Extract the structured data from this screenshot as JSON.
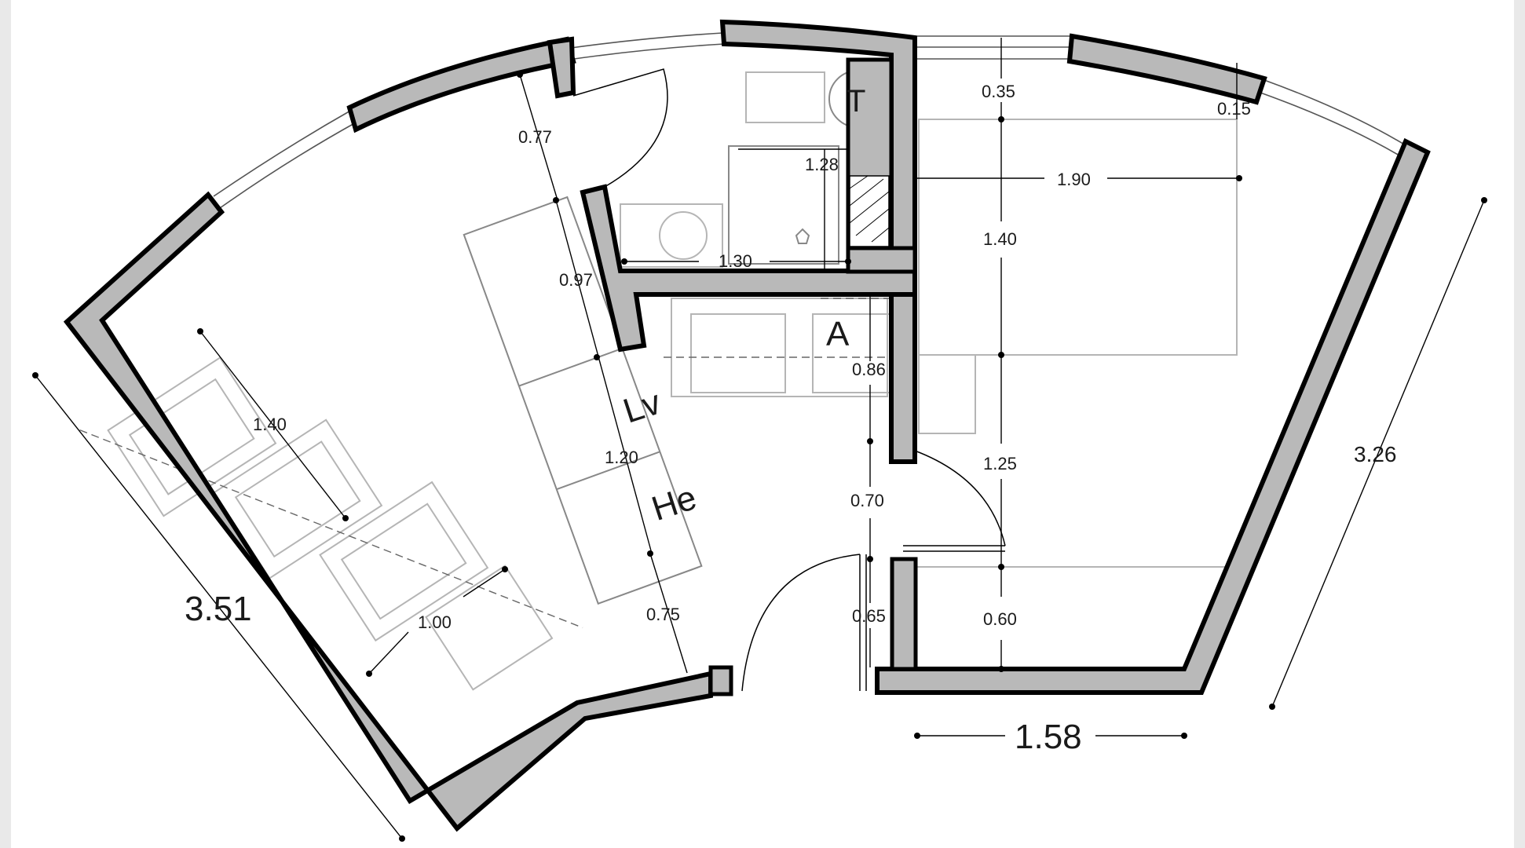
{
  "plan": {
    "room_labels": {
      "toilet": "T",
      "sink": "Lv",
      "fridge": "He",
      "closet": "A"
    },
    "dimensions": {
      "left_outer": "3.51",
      "right_outer": "3.26",
      "bottom_right": "1.58",
      "window_gap": "0.77",
      "bath_wall": "0.97",
      "bath_width_a": "1.28",
      "bath_width_b": "1.30",
      "counter_length": "1.20",
      "sofa_a": "1.40",
      "sofa_b": "1.00",
      "entry_opening": "0.75",
      "corridor": "0.70",
      "closet_depth": "0.86",
      "door_side": "0.65",
      "top_gap": "0.35",
      "top_right_small": "0.15",
      "bed_width": "1.90",
      "bed_length": "1.40",
      "bed_clearance": "1.25",
      "bottom_clearance": "0.60"
    }
  }
}
